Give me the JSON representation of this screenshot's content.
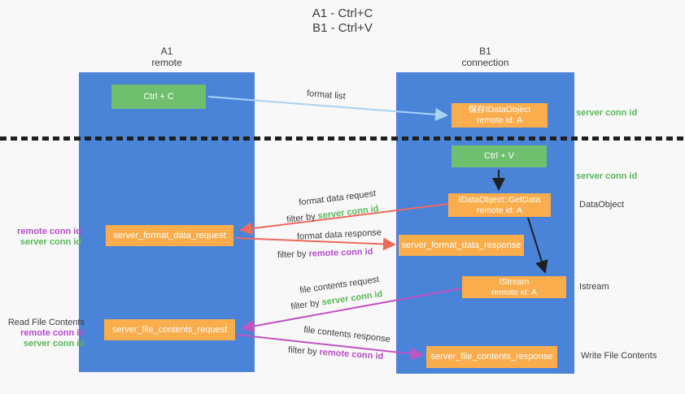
{
  "title": {
    "line1": "A1 - Ctrl+C",
    "line2": "B1 - Ctrl+V"
  },
  "lifelines": {
    "left": {
      "id": "A1",
      "role": "remote"
    },
    "right": {
      "id": "B1",
      "role": "connection"
    }
  },
  "nodes": {
    "ctrl_c": "Ctrl + C",
    "ctrl_v": "Ctrl + V",
    "save_idataobject": {
      "line1": "保存IDataObject",
      "line2": "remote id: A"
    },
    "getdata": {
      "line1": "IDataObject::GetData",
      "line2": "remote id: A"
    },
    "istream": {
      "line1": "IStream",
      "line2": "remote id: A"
    },
    "server_format_data_request": "server_format_data_request",
    "server_format_data_response": "server_format_data_response",
    "server_file_contents_request": "server_file_contents_request",
    "server_file_contents_response": "server_file_contents_response"
  },
  "side_labels": {
    "server_conn_id_top": "server conn id",
    "server_conn_id_mid": "server conn id",
    "dataobject": "DataObject",
    "istream": "Istream",
    "write_file_contents": "Write File Contents",
    "read_file_contents": "Read File Contents",
    "format_group": {
      "remote_conn_id": "remote conn id",
      "server_conn_id": "server conn id"
    },
    "file_group": {
      "remote_conn_id": "remote conn id",
      "server_conn_id": "server conn id"
    }
  },
  "messages": {
    "format_list": "format list",
    "format_data_request": "format data request",
    "format_data_request_filter_prefix": "filter by ",
    "format_data_request_filter_value": "server conn id",
    "format_data_response": "format data response",
    "format_data_response_filter_prefix": "filter by ",
    "format_data_response_filter_value": "remote conn id",
    "file_contents_request": "file contents request",
    "file_contents_request_filter_prefix": "filter by ",
    "file_contents_request_filter_value": "server conn id",
    "file_contents_response": "file contents response",
    "file_contents_response_filter_prefix": "filter by ",
    "file_contents_response_filter_value": "remote conn id"
  },
  "colors": {
    "column_blue": "#4a84d8",
    "box_green": "#6fbf6f",
    "box_orange": "#f9ad4d",
    "arrow_light_blue": "#a9d3f2",
    "arrow_red": "#ec6a5e",
    "arrow_magenta": "#c253c2",
    "arrow_black": "#1f1f1f",
    "text_green": "#58b758",
    "text_purple": "#b44cc8",
    "background": "#f8f8f8"
  }
}
